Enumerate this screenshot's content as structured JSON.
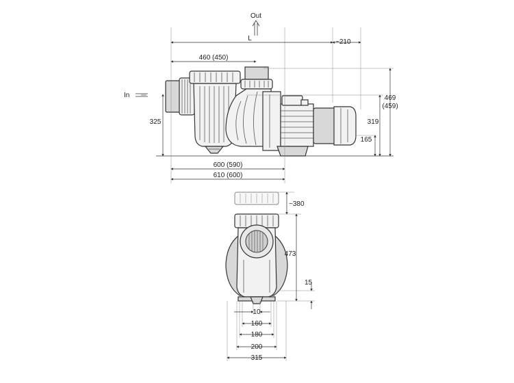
{
  "side_view": {
    "out_label": "Out",
    "in_label": "In",
    "L": "L",
    "d210": "~210",
    "d460": "460 (450)",
    "d469": "469",
    "d459": "(459)",
    "d325": "325",
    "d319": "319",
    "d165": "165",
    "d600": "600 (590)",
    "d610": "610 (600)"
  },
  "front_view": {
    "d380": "~380",
    "d473": "473",
    "d15": "15",
    "d10": "10",
    "d160": "160",
    "d180": "180",
    "d200": "200",
    "d315": "315"
  }
}
